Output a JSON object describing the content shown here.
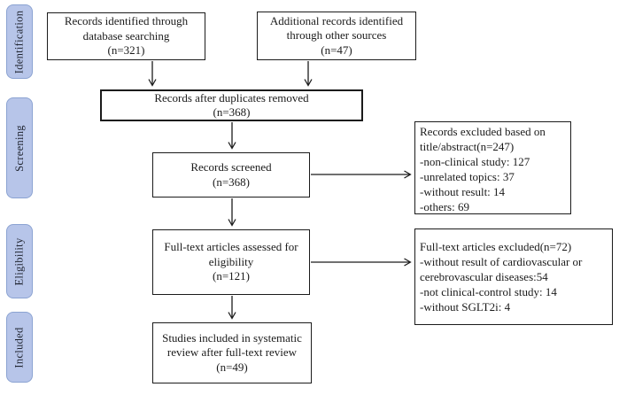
{
  "colors": {
    "stage_fill": "#b7c5e9",
    "stage_border": "#8ba3d2",
    "line_color": "#1b1b1b"
  },
  "stages": [
    {
      "label": "Identification"
    },
    {
      "label": "Screening"
    },
    {
      "label": "Eligibility"
    },
    {
      "label": "Included"
    }
  ],
  "boxes": {
    "identified": {
      "lines": [
        "Records identified through",
        "database searching",
        "(n=321)"
      ]
    },
    "additional": {
      "lines": [
        "Additional records identified",
        "through other sources",
        "(n=47)"
      ]
    },
    "duplicates_removed": {
      "lines": [
        "Records after duplicates removed",
        "(n=368)"
      ]
    },
    "screened": {
      "lines": [
        "Records screened",
        "(n=368)"
      ]
    },
    "excluded_title_abstract": {
      "lines": [
        "Records excluded based on",
        "title/abstract(n=247)",
        "-non-clinical study: 127",
        "-unrelated topics: 37",
        "-without result: 14",
        "-others: 69"
      ]
    },
    "fulltext_assessed": {
      "lines": [
        "Full-text articles assessed for",
        "eligibility",
        "(n=121)"
      ]
    },
    "fulltext_excluded": {
      "lines": [
        "Full-text articles excluded(n=72)",
        "-without result of cardiovascular or",
        "cerebrovascular diseases:54",
        "-not clinical-control study: 14",
        "-without SGLT2i: 4"
      ]
    },
    "included_studies": {
      "lines": [
        "Studies included in systematic",
        "review after full-text review",
        "(n=49)"
      ]
    }
  }
}
